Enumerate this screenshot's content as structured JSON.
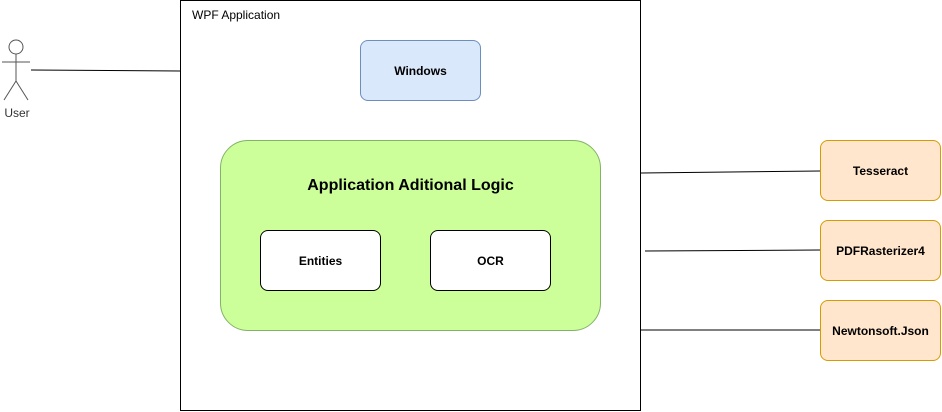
{
  "actor": {
    "label": "User"
  },
  "container": {
    "title": "WPF Application"
  },
  "windows": {
    "label": "Windows"
  },
  "logic": {
    "title": "Application Aditional Logic",
    "entities": "Entities",
    "ocr": "OCR"
  },
  "libraries": {
    "tesseract": "Tesseract",
    "pdf": "PDFRasterizer4",
    "json": "Newtonsoft.Json"
  },
  "colors": {
    "windows_fill": "#dae8fc",
    "windows_stroke": "#6c8ebf",
    "logic_fill": "#ccff99",
    "logic_stroke": "#82b366",
    "library_fill": "#ffe6cc",
    "library_stroke": "#d79b00"
  }
}
